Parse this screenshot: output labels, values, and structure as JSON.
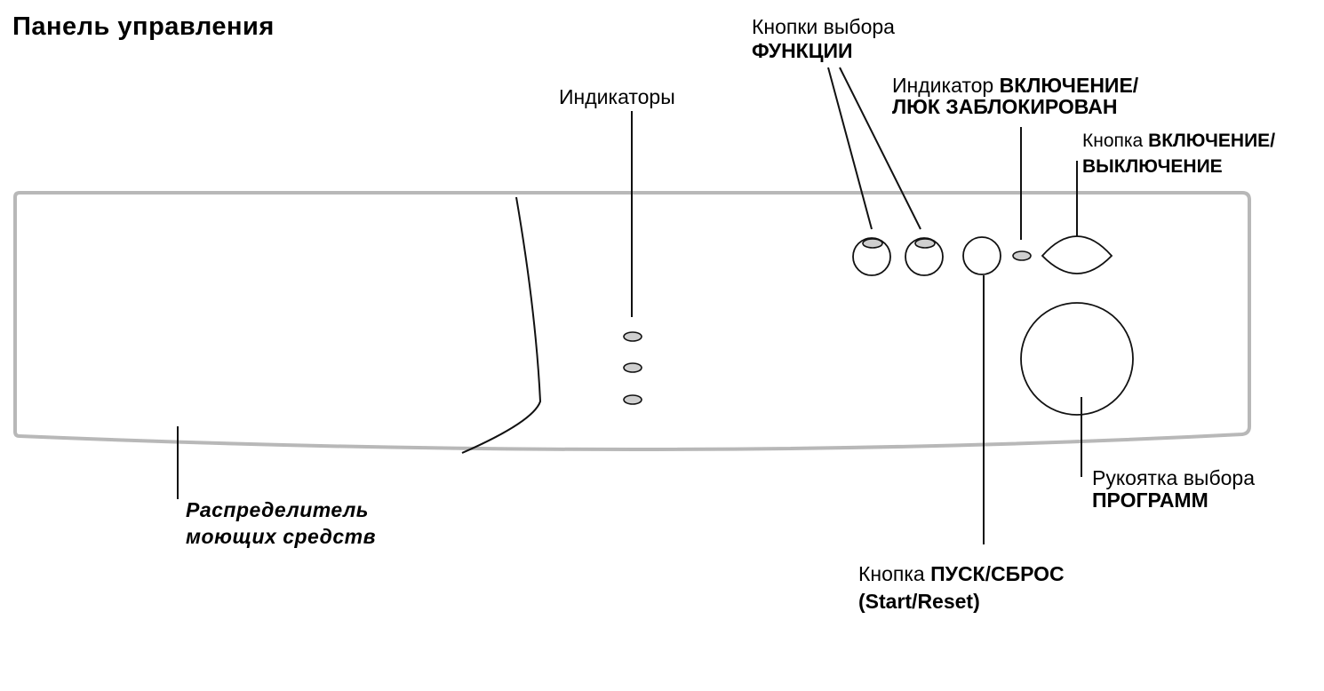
{
  "title": "Панель управления",
  "labels": {
    "indicators": "Индикаторы",
    "function_buttons_line1": "Кнопки выбора",
    "function_buttons_line2": "ФУНКЦИИ",
    "power_indicator_prefix": "Индикатор",
    "power_indicator_line1_bold": "ВКЛЮЧЕНИЕ/",
    "power_indicator_line2": "ЛЮК ЗАБЛОКИРОВАН",
    "power_button_prefix": "Кнопка",
    "power_button_line1_bold": "ВКЛЮЧЕНИЕ/",
    "power_button_line2": "ВЫКЛЮЧЕНИЕ",
    "program_knob_line1": "Рукоятка выбора",
    "program_knob_line2": "ПРОГРАММ",
    "start_button_prefix": "Кнопка",
    "start_button_bold": "ПУСК/СБРОС",
    "start_button_line2": "(Start/Reset)",
    "detergent_line1": "Распределитель",
    "detergent_line2": "моющих средств"
  },
  "colors": {
    "stroke": "#111111",
    "panel_outline": "#b8b8b8",
    "indicator_fill": "#cfcfcf"
  }
}
